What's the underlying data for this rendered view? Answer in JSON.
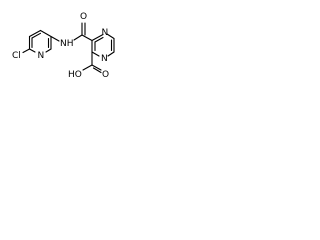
{
  "molecule": {
    "atoms": {
      "chloro": "Cl",
      "pyridine_n": "N",
      "amide_nh": "NH",
      "carbonyl_o": "O",
      "pyrazine_n_top": "N",
      "pyrazine_n_bottom": "N",
      "acid_oh": "HO",
      "acid_o": "O"
    }
  }
}
